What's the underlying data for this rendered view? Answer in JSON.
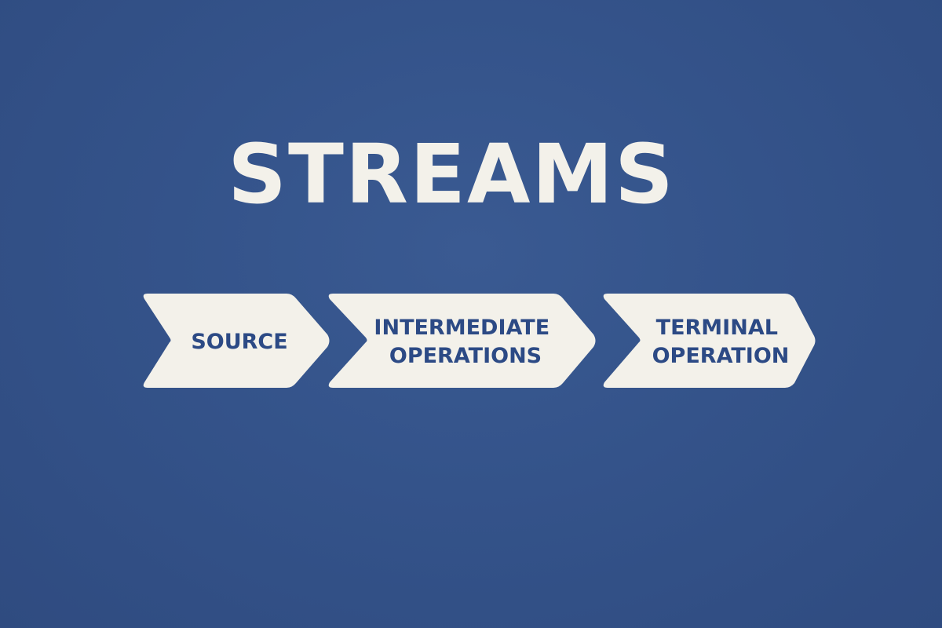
{
  "title": "STREAMS",
  "steps": [
    {
      "id": "source",
      "lines": [
        "SOURCE"
      ]
    },
    {
      "id": "intermediate",
      "lines": [
        "INTERMEDIATE",
        "OPERATIONS"
      ]
    },
    {
      "id": "terminal",
      "lines": [
        "TERMINAL",
        "OPERATION"
      ]
    }
  ],
  "colors": {
    "background": "#34538a",
    "shape_fill": "#f3f1ea",
    "label_text": "#2c4a85",
    "title_text": "#f3f1ea"
  }
}
